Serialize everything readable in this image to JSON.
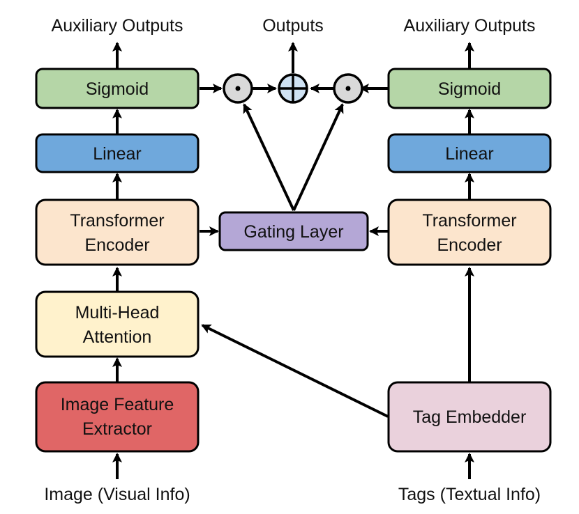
{
  "labels": {
    "aux_outputs_left": "Auxiliary Outputs",
    "outputs": "Outputs",
    "aux_outputs_right": "Auxiliary Outputs",
    "image_input": "Image (Visual Info)",
    "tags_input": "Tags (Textual Info)"
  },
  "left": {
    "sigmoid": "Sigmoid",
    "linear": "Linear",
    "transformer_line1": "Transformer",
    "transformer_line2": "Encoder",
    "mha_line1": "Multi-Head",
    "mha_line2": "Attention",
    "extractor_line1": "Image Feature",
    "extractor_line2": "Extractor"
  },
  "center": {
    "gating": "Gating Layer"
  },
  "right": {
    "sigmoid": "Sigmoid",
    "linear": "Linear",
    "transformer_line1": "Transformer",
    "transformer_line2": "Encoder",
    "tag_embedder": "Tag Embedder"
  },
  "colors": {
    "sigmoid": "#b5d6a7",
    "linear": "#6fa8dc",
    "transformer": "#fce5cd",
    "attention": "#fff2cc",
    "extractor": "#e06666",
    "gating": "#b4a7d6",
    "tag_embedder": "#ead1dc",
    "multiply_op": "#d9d9d9",
    "add_op": "#cfe2f3"
  },
  "operators": {
    "multiply": "dot-product-icon",
    "add": "plus-circle-icon"
  }
}
